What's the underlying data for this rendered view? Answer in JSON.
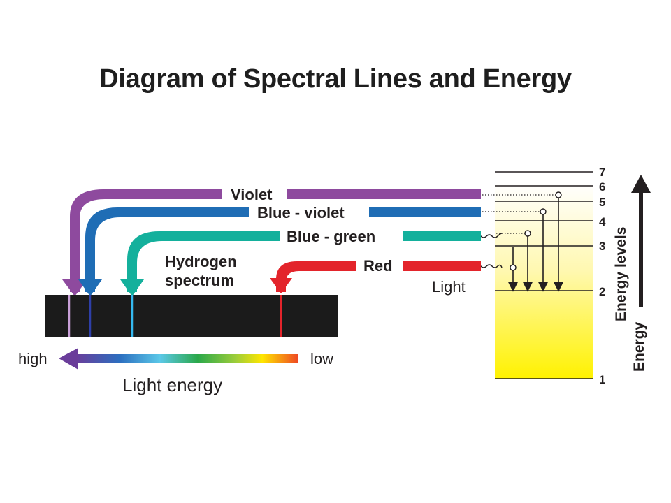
{
  "title": "Diagram of Spectral Lines and Energy",
  "spectrum_label_line1": "Hydrogen",
  "spectrum_label_line2": "spectrum",
  "colors": [
    {
      "name": "Violet",
      "hex": "#8e4a9e"
    },
    {
      "name": "Blue - violet",
      "hex": "#1f6db5"
    },
    {
      "name": "Blue - green",
      "hex": "#14b09c"
    },
    {
      "name": "Red",
      "hex": "#e3242b"
    }
  ],
  "light_label": "Light",
  "energy_axis": {
    "high": "high",
    "low": "low",
    "label": "Light energy"
  },
  "energy_levels": [
    "1",
    "2",
    "3",
    "4",
    "5",
    "6",
    "7"
  ],
  "energy_levels_label": "Energy levels",
  "energy_label": "Energy"
}
